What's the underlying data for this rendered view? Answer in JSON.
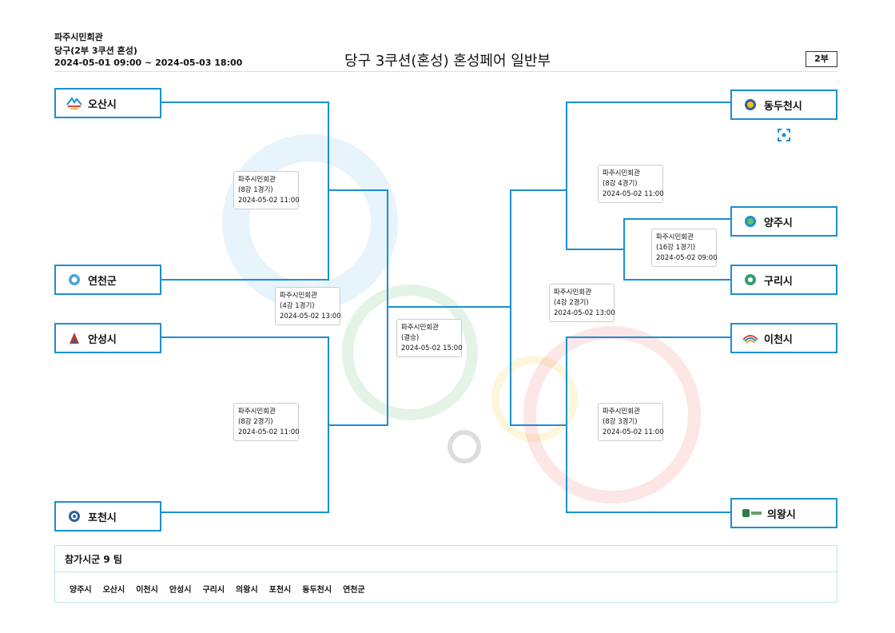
{
  "header": {
    "venue": "파주시민회관",
    "event": "당구(2부 3쿠션 혼성)",
    "period": "2024-05-01 09:00 ~ 2024-05-03 18:00",
    "title": "당구 3쿠션(혼성) 혼성페어 일반부",
    "division": "2부"
  },
  "teams": {
    "osan": "오산시",
    "yeoncheon": "연천군",
    "anseong": "안성시",
    "pocheon": "포천시",
    "dongducheon": "동두천시",
    "yangju": "양주시",
    "guri": "구리시",
    "icheon": "이천시",
    "uiwang": "의왕시"
  },
  "matches": {
    "qf1": {
      "venue": "파주시민회관",
      "round": "(8강 1경기)",
      "time": "2024-05-02 11:00"
    },
    "qf2": {
      "venue": "파주시민회관",
      "round": "(8강 2경기)",
      "time": "2024-05-02 11:00"
    },
    "sf1": {
      "venue": "파주시민회관",
      "round": "(4강 1경기)",
      "time": "2024-05-02 13:00"
    },
    "final": {
      "venue": "파주시민회관",
      "round": "(결승)",
      "time": "2024-05-02 15:00"
    },
    "qf4": {
      "venue": "파주시민회관",
      "round": "(8강 4경기)",
      "time": "2024-05-02 11:00"
    },
    "r16": {
      "venue": "파주시민회관",
      "round": "(16강 1경기)",
      "time": "2024-05-02 09:00"
    },
    "sf2": {
      "venue": "파주시민회관",
      "round": "(4강 2경기)",
      "time": "2024-05-02 13:00"
    },
    "qf3": {
      "venue": "파주시민회관",
      "round": "(8강 3경기)",
      "time": "2024-05-02 11:00"
    }
  },
  "participants": {
    "title": "참가시군 9 팀",
    "list": [
      "양주시",
      "오산시",
      "이천시",
      "안성시",
      "구리시",
      "의왕시",
      "포천시",
      "동두천시",
      "연천군"
    ]
  },
  "colors": {
    "bracket": "#1a8fd4"
  }
}
